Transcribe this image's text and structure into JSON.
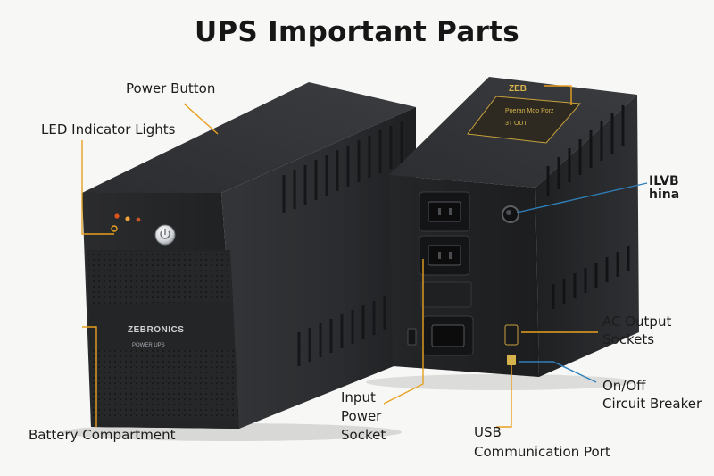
{
  "diagram": {
    "title": "UPS Important Parts",
    "brand": "ZEBRONICS",
    "model_badge": "POWER UPS",
    "rear_label_text": {
      "brand_top": "ZEB",
      "line1": "Poeran Moo Porz",
      "line2": "3T OUT"
    },
    "labels": {
      "power_button": "Power Button",
      "led_indicator": "LED Indicator Lights",
      "battery": "Battery Compartment",
      "ilvb_line1": "ILVB",
      "ilvb_line2": "hina",
      "ac_output_line1": "AC Output",
      "ac_output_line2": "Sockets",
      "breaker_line1": "On/Off",
      "breaker_line2": "Circuit Breaker",
      "input_line1": "Input",
      "input_line2": "Power",
      "input_line3": "Socket",
      "usb_line1": "USB",
      "usb_line2": "Communication Port"
    },
    "colors": {
      "background": "#f7f7f6",
      "body": "#2a2b2d",
      "body_dark": "#1b1c1e",
      "leader_orange": "#e8a020",
      "leader_blue": "#2f7fb8",
      "led_orange": "#d9531e",
      "led_amber": "#f0a23a"
    }
  }
}
